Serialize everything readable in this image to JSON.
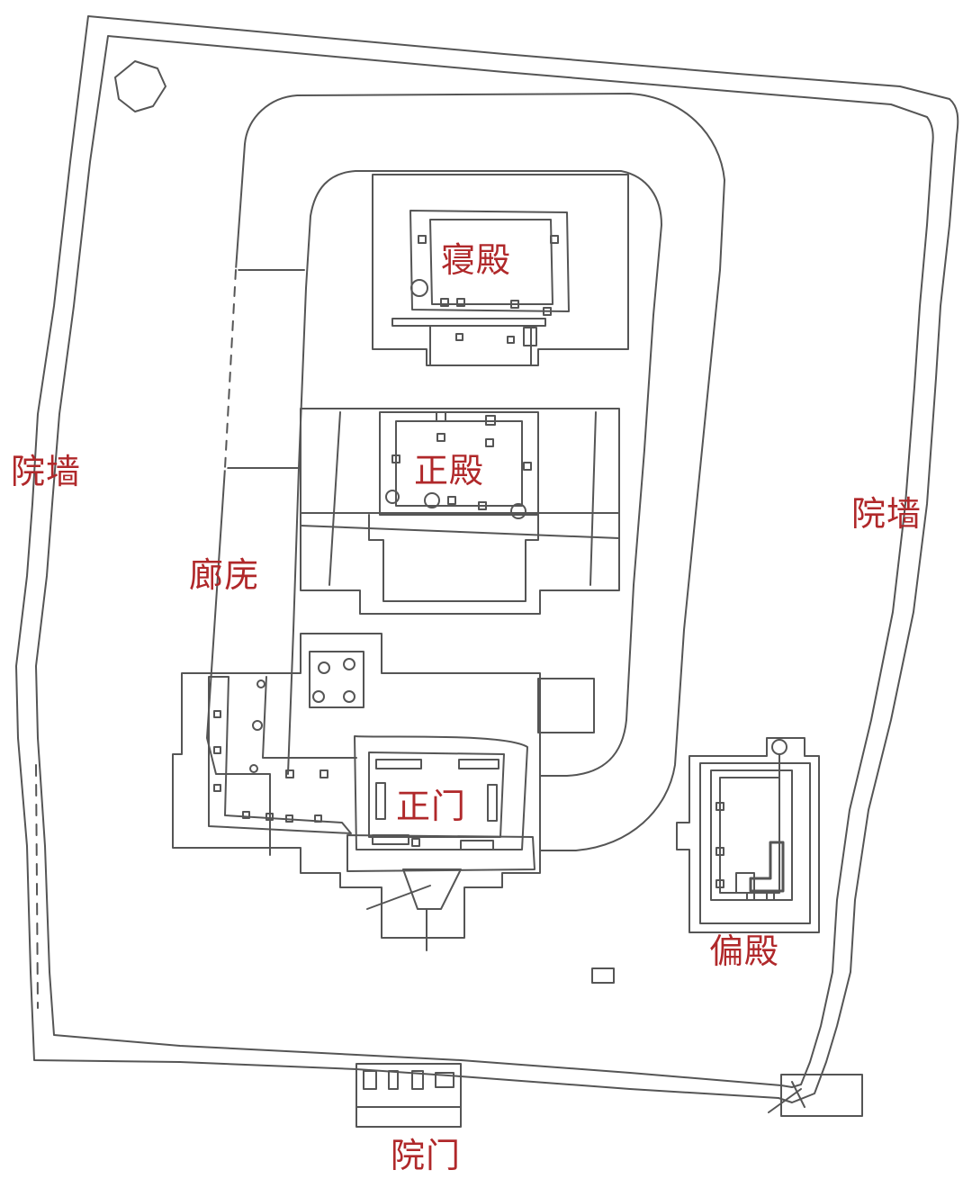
{
  "colors": {
    "label": "#b0282a",
    "line": "#555555",
    "background": "#ffffff"
  },
  "labels": {
    "qin_dian": "寝殿",
    "zheng_dian": "正殿",
    "yuan_qiang_left": "院墙",
    "yuan_qiang_right": "院墙",
    "lang_wu": "廊庑",
    "zheng_men": "正门",
    "pian_dian": "偏殿",
    "yuan_men": "院门"
  }
}
